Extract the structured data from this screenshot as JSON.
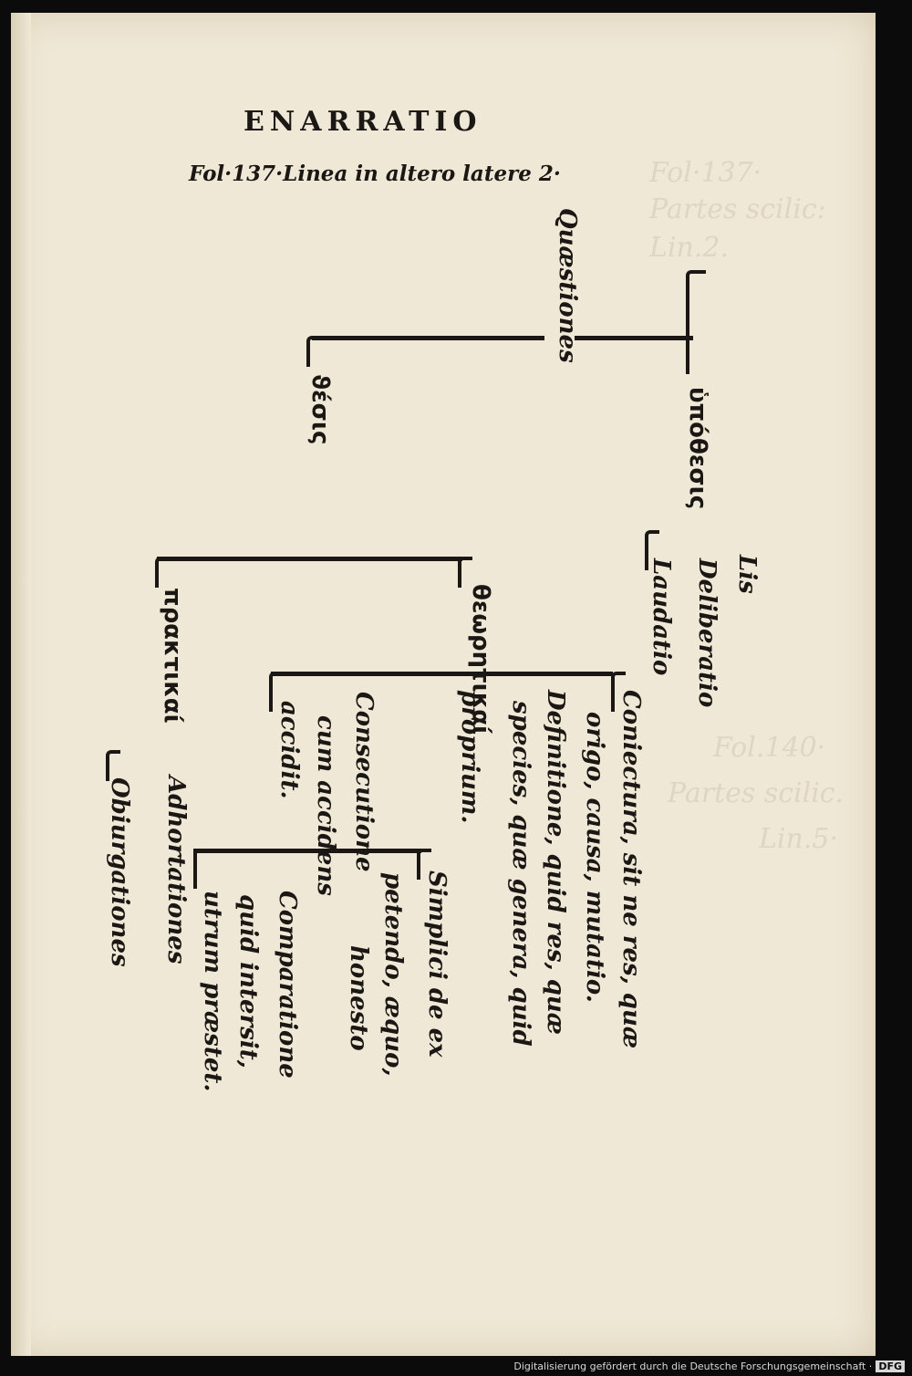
{
  "header": {
    "title": "ENARRATIO",
    "subtitle": "Fol·137·Linea in altero latere 2·"
  },
  "diagram": {
    "root": "Quæstiones",
    "branch_left": "ϑέσις",
    "branch_right": "ὑπόθεσις",
    "hypothesis_items": [
      "Lis",
      "Deliberatio",
      "Laudatio"
    ],
    "thesis_left": "θεωρητικαί",
    "thesis_right": "πρακτικαί",
    "theory_items": [
      "Coniectura, sit ne res, quæ",
      "origo, causa, mutatio.",
      "Definitione, quid res, quæ",
      "species, quæ genera, quid",
      "proprium.",
      "Consecutione",
      "cum accidens",
      "accidit.",
      "Simplici de ex",
      "petendo, æquo,",
      "honesto",
      "Comparatione",
      "quid intersit,",
      "utrum præstet."
    ],
    "practice_items": [
      "Adhortationes",
      "Obiurgationes"
    ]
  },
  "bleed_through": [
    "Fol·137·",
    "Partes scilic:",
    "Lin.2.",
    "Fol.140·",
    "Partes scilic.",
    "Lin.5·"
  ],
  "footer": {
    "text": "Digitalisierung gefördert durch die Deutsche Forschungsgemeinschaft ·",
    "logo": "DFG"
  }
}
